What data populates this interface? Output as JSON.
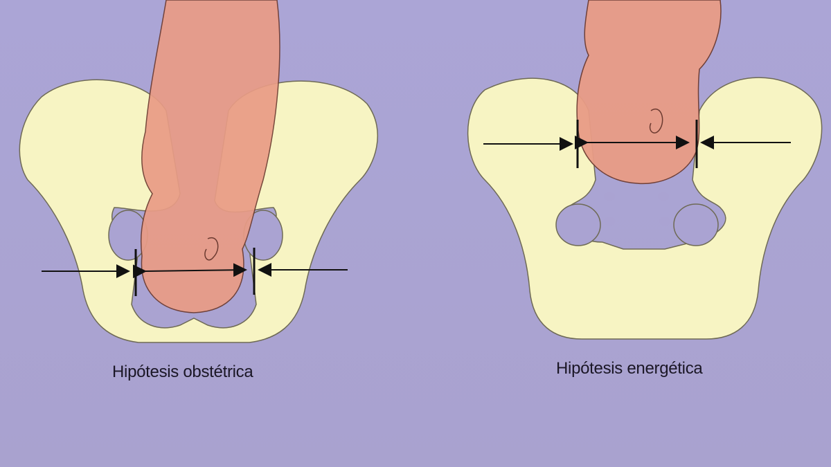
{
  "diagram": {
    "panels": [
      {
        "id": "obstetric",
        "caption": "Hipótesis obstétrica",
        "description": "Fetus head-down passing through the pelvic outlet; arrows show pelvic width constraining head diameter"
      },
      {
        "id": "energetic",
        "caption": "Hipótesis energética",
        "description": "Fetus head at pelvic inlet; arrows show head diameter compared against pelvic width"
      }
    ],
    "colors": {
      "background": "#aaa3d2",
      "bone": "#f7f4c3",
      "bone_outline": "#6e6a55",
      "fetus_skin": "#e99c86",
      "fetus_outline": "#6b3a30",
      "arrow": "#111111",
      "caption_text": "#1b1726"
    }
  }
}
